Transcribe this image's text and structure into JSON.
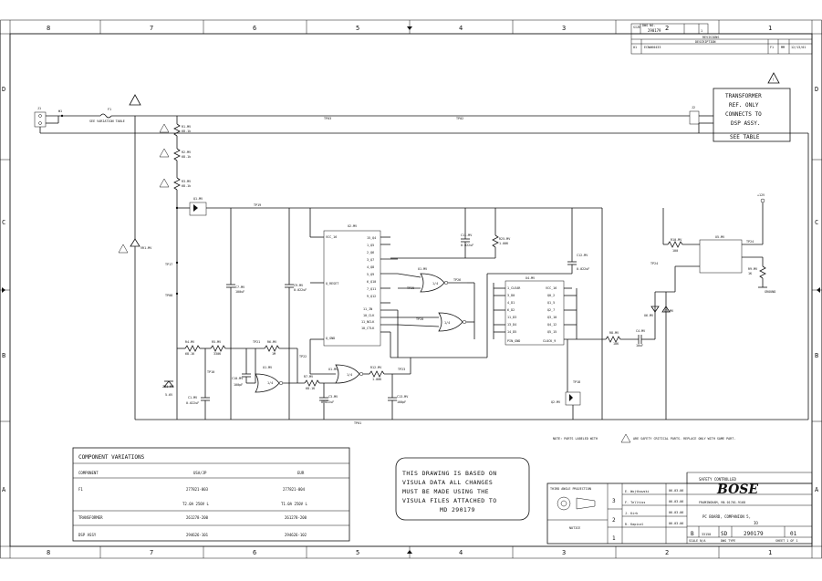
{
  "zones": {
    "columns": [
      "8",
      "7",
      "6",
      "5",
      "4",
      "3",
      "2",
      "1"
    ],
    "rows": [
      "D",
      "C",
      "B",
      "A"
    ]
  },
  "title_block_top": {
    "dwg_no": "290179",
    "sheet": "1",
    "revisions_label": "REVISIONS",
    "description_label": "DESCRIPTION",
    "rev_letter": "01",
    "ecn": "ECN#60433",
    "rev_by": "F1",
    "rev_appr": "MM",
    "rev_date": "12/13/01"
  },
  "transformer_note": [
    "TRANSFORMER",
    "REF. ONLY",
    "CONNECTS TO",
    "DSP ASSY.",
    "SEE TABLE"
  ],
  "component_variations": {
    "title": "COMPONENT VARIATIONS",
    "headers": [
      "COMPONENT",
      "USA/JP",
      "EUR"
    ],
    "rows": [
      {
        "component": "F1",
        "usa": "277821-003",
        "usa2": "T2.0A 250V L",
        "eur": "277821-004",
        "eur2": "T1.0A 250V L"
      },
      {
        "component": "TRANSFORMER",
        "usa": "261278-200",
        "usa2": "",
        "eur": "261278-200",
        "eur2": ""
      },
      {
        "component": "DSP ASSY",
        "usa": "294626-101",
        "usa2": "",
        "eur": "294626-102",
        "eur2": ""
      }
    ]
  },
  "visula_note": [
    "THIS DRAWING IS BASED ON",
    "VISULA DATA ALL CHANGES",
    "MUST BE MADE USING THE",
    "VISULA FILES ATTACHED TO",
    "MD 290179"
  ],
  "safety_note": "NOTE: PARTS LABELED WITH",
  "safety_note2": "ARE SAFETY CRITICAL PARTS. REPLACE ONLY WITH SAME PART.",
  "title_block": {
    "safety": "SAFETY CONTROLLED",
    "brand": "BOSE",
    "address": "FRAMINGHAM, MA 01701-9168",
    "title": "PC BOARD, COMPANION 5,",
    "title2": "IO",
    "size": "B",
    "cage": "33150",
    "dwg_type": "SD",
    "dwg_no": "290179",
    "rev": "01",
    "scale": "SCALE N/A",
    "dwg_type_label": "DWG TYPE",
    "sheet": "SHEET 1 OF 1",
    "drawn": "E. Wojtkowski",
    "checked": "F. Telltiss",
    "eng_appr": "J. Kirk",
    "mfg_appr": "R. Kapical",
    "date1": "06-03-06",
    "date2": "06-03-06",
    "date3": "06-03-06",
    "date4": "06-03-06",
    "level_3": "3",
    "level_2": "2",
    "level_1": "1",
    "third_angle": "THIRD ANGLE PROJECTION",
    "notice": "NOTICE"
  },
  "labels": {
    "j1": "J1",
    "j2": "J2",
    "w1": "W1",
    "f1": "F1",
    "f1_sub": "SEE VARIATION TABLE",
    "tp03": "TP03",
    "tp02": "TP02",
    "r1": "R1-MV",
    "r1v": "68.1k",
    "r2": "R2-MV",
    "r2v": "68.1k",
    "r3": "R3-MV",
    "r3v": "68.1k",
    "q1": "Q1-MV",
    "tp19": "TP19",
    "vr1": "VR1-MV",
    "tp17": "TP17",
    "tp08": "TP08",
    "c7": "C7-MV",
    "c7v": "100uF",
    "c9": "C9-MV",
    "c9v": "0.022uF",
    "u2": "U2-MV",
    "u2_pins_l": [
      "VCC_16",
      "Q_RESET",
      "Q_GND"
    ],
    "u2_pins_r": [
      "15_Q4",
      "1_Q5",
      "2_Q6",
      "3_Q7",
      "4_Q8",
      "5_Q9",
      "6_Q10",
      "7_Q11",
      "9_Q12"
    ],
    "u2_pins_b": [
      "11_IN",
      "10_CLK",
      "11_NCLK",
      "10_CTLK"
    ],
    "c11": "C11-MV",
    "c11v": "0.022uF",
    "r25": "R25-MV",
    "r25v": "1.00K",
    "u1a": "U1-MV",
    "u1b": "1/4",
    "tp26": "TP26",
    "tp25": "TP25",
    "u1c": "1/4",
    "c12": "C12-MV",
    "c12v": "0.022uF",
    "u4": "U4-MV",
    "u4_pins_l": [
      "1_CLEAR",
      "3_D0",
      "4_D1",
      "6_D2",
      "11_D3",
      "13_D4",
      "14_D5",
      "PIN_GND"
    ],
    "u4_pins_r": [
      "VCC_16",
      "Q0_2",
      "Q1_5",
      "Q2_7",
      "Q3_10",
      "Q4_12",
      "Q5_15",
      "CLOCK_9"
    ],
    "r8": "R8-MV",
    "r8v": "10K",
    "c4": "C4-MV",
    "c4v": "10uF",
    "u6": "U6-MV",
    "q3": "Q3-MV",
    "tp18": "TP18",
    "r10": "R10-MV",
    "r10v": "100",
    "opto": "U5-MV",
    "tp24": "TP24",
    "r9": "R9-MV",
    "r9v": "1K",
    "v12": "+12V",
    "ground": "GROUND",
    "r4": "R4-MV",
    "r4v": "68.1K",
    "r5": "R5-MV",
    "r5v": "330K",
    "tp21": "TP21",
    "r6": "R6-MV",
    "r6v": "1M",
    "tp22": "TP22",
    "zd1": "ZD1-MV",
    "zd1v": "5.6V",
    "c1": "C1-MV",
    "c1v": "0.022uF",
    "tp10": "TP10",
    "c10": "C10-MV",
    "c10v": "100pF",
    "u1d": "U1-MV",
    "r7": "R7-MV",
    "r7v": "68.1K",
    "c3": "C3-MV",
    "c3v": "0.022uF",
    "u1e": "1/4",
    "r12": "R12-MV",
    "r12v": "1.00K",
    "tp23": "TP23",
    "c13": "C13-MV",
    "c13v": "100pF",
    "tp01": "TP01",
    "tp20": "TP20",
    "q2": "Q2-MV"
  }
}
